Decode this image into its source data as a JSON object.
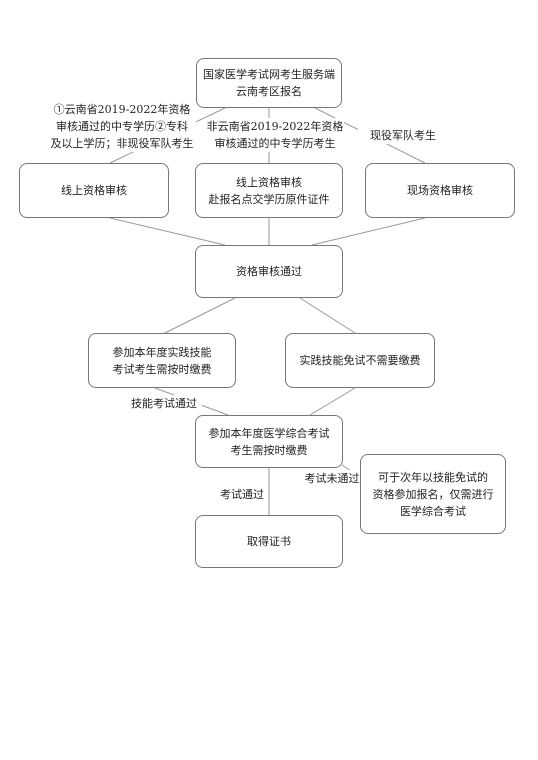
{
  "nodes": {
    "start": "国家医学考试网考生服务端\n云南考区报名",
    "online_review": "线上资格审核",
    "online_review_original": "线上资格审核\n赴报名点交学历原件证件",
    "onsite_review": "现场资格审核",
    "review_passed": "资格审核通过",
    "skills_exam": "参加本年度实践技能\n考试考生需按时缴费",
    "skills_exempt": "实践技能免试不需要缴费",
    "comprehensive_exam": "参加本年度医学综合考试\n考生需按时缴费",
    "certificate": "取得证书",
    "next_year": "可于次年以技能免试的\n资格参加报名，仅需进行\n医学综合考试"
  },
  "edge_labels": {
    "to_online": "①云南省2019-2022年资格\n审核通过的中专学历②专科\n及以上学历；非现役军队考生",
    "to_online_original": "非云南省2019-2022年资格\n审核通过的中专学历考生",
    "to_onsite": "现役军队考生",
    "skills_passed": "技能考试通过",
    "exam_passed": "考试通过",
    "exam_failed": "考试未通过"
  }
}
